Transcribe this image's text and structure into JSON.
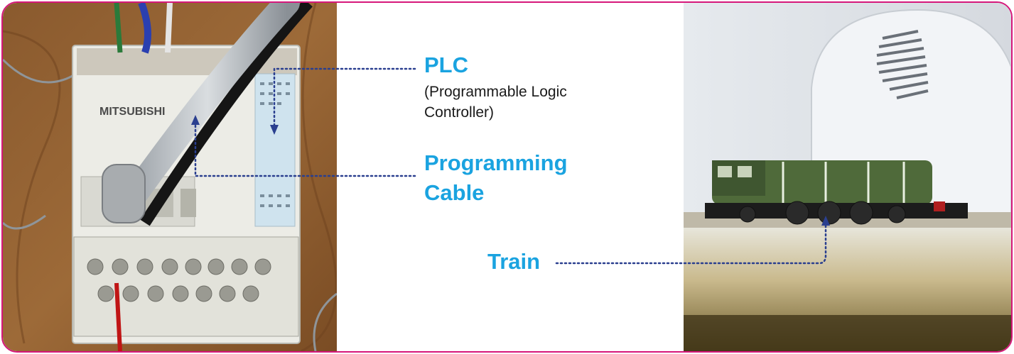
{
  "labels": {
    "plc": {
      "title": "PLC",
      "subtitle_line1": "(Programmable Logic",
      "subtitle_line2": "Controller)"
    },
    "cable": {
      "line1": "Programming",
      "line2": "Cable"
    },
    "train": {
      "title": "Train"
    }
  },
  "photos": {
    "left": {
      "subject": "plc-device-photo",
      "brand": "MITSUBISHI"
    },
    "right": {
      "subject": "model-train-photo"
    }
  },
  "colors": {
    "frame": "#d6177a",
    "label": "#1aa3e0",
    "leader": "#2a3f8f",
    "subtitle": "#1a1a1a"
  }
}
